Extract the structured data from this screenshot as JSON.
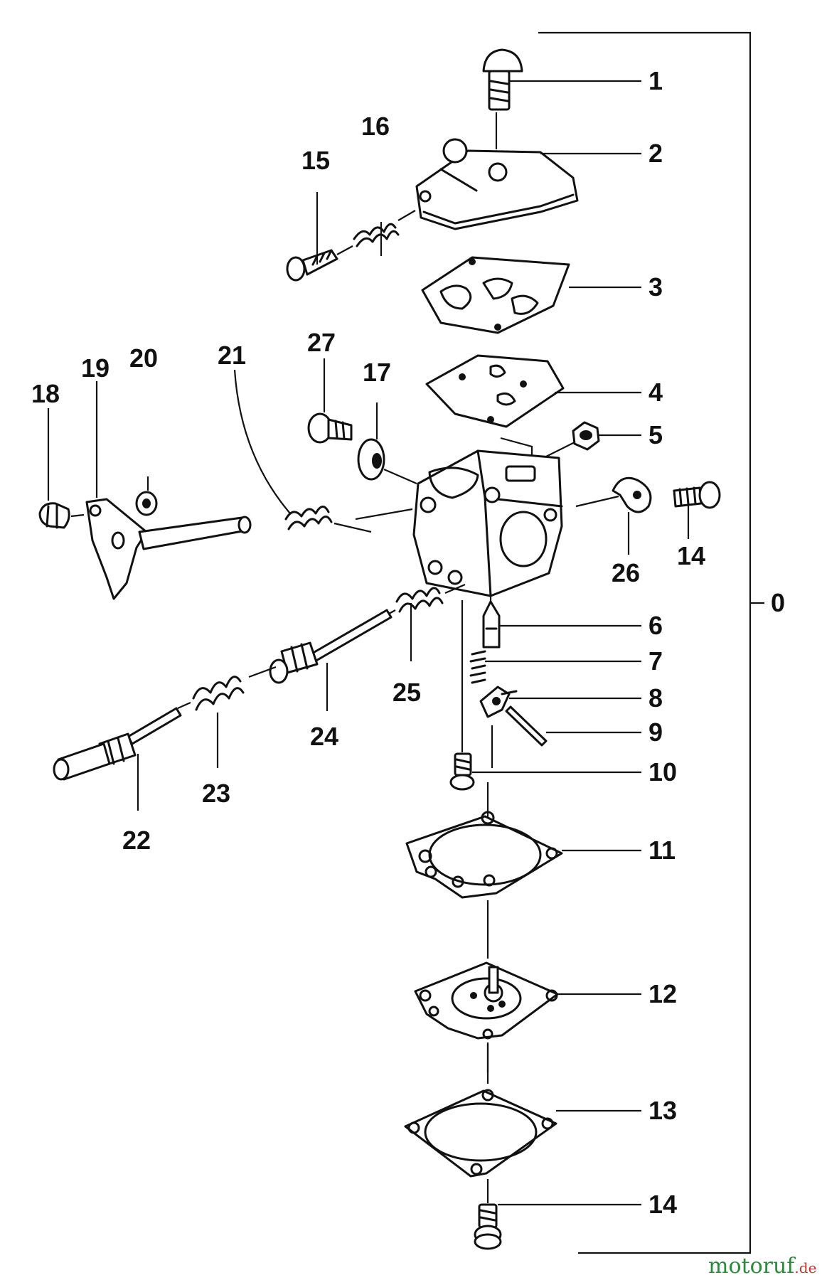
{
  "callouts": {
    "c0": "0",
    "c1": "1",
    "c2": "2",
    "c3": "3",
    "c4": "4",
    "c5": "5",
    "c6": "6",
    "c7": "7",
    "c8": "8",
    "c9": "9",
    "c10": "10",
    "c11": "11",
    "c12": "12",
    "c13": "13",
    "c14a": "14",
    "c14b": "14",
    "c15": "15",
    "c16": "16",
    "c17": "17",
    "c18": "18",
    "c19": "19",
    "c20": "20",
    "c21": "21",
    "c22": "22",
    "c23": "23",
    "c24": "24",
    "c25": "25",
    "c26": "26",
    "c27": "27"
  },
  "watermark": {
    "brand": "motoruf",
    "suffix": ".de",
    "brand_color": "#2a8a3a",
    "suffix_color": "#c0342b"
  }
}
